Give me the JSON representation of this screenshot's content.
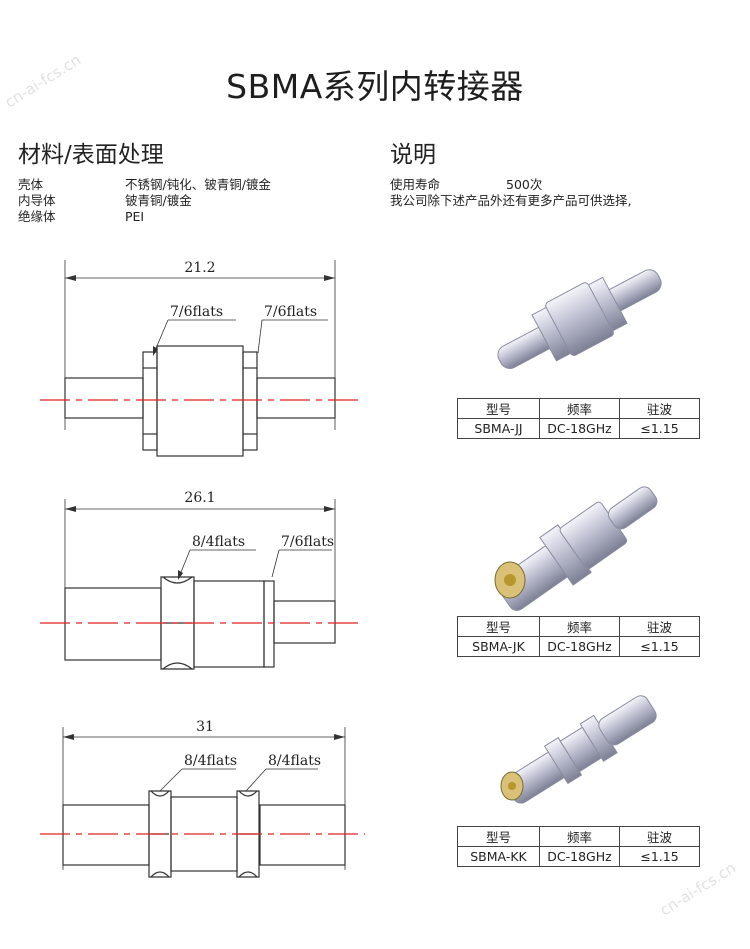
{
  "title": "SBMA系列内转接器",
  "watermark": "cn-ai-fcs.cn",
  "materials": {
    "heading": "材料/表面处理",
    "rows": [
      {
        "label": "壳体",
        "value": "不锈钢/钝化、铍青铜/镀金"
      },
      {
        "label": "内导体",
        "value": "铍青铜/镀金"
      },
      {
        "label": "绝缘体",
        "value": "PEI"
      }
    ]
  },
  "description": {
    "heading": "说明",
    "life_label": "使用寿命",
    "life_value": "500次",
    "note": "我公司除下述产品外还有更多产品可供选择,"
  },
  "table_headers": [
    "型号",
    "频率",
    "驻波"
  ],
  "products": [
    {
      "model": "SBMA-JJ",
      "freq": "DC-18GHz",
      "vswr": "≤1.15",
      "length": "21.2",
      "left_flats": "7/6flats",
      "right_flats": "7/6flats"
    },
    {
      "model": "SBMA-JK",
      "freq": "DC-18GHz",
      "vswr": "≤1.15",
      "length": "26.1",
      "left_flats": "8/4flats",
      "right_flats": "7/6flats"
    },
    {
      "model": "SBMA-KK",
      "freq": "DC-18GHz",
      "vswr": "≤1.15",
      "length": "31",
      "left_flats": "8/4flats",
      "right_flats": "8/4flats"
    }
  ]
}
